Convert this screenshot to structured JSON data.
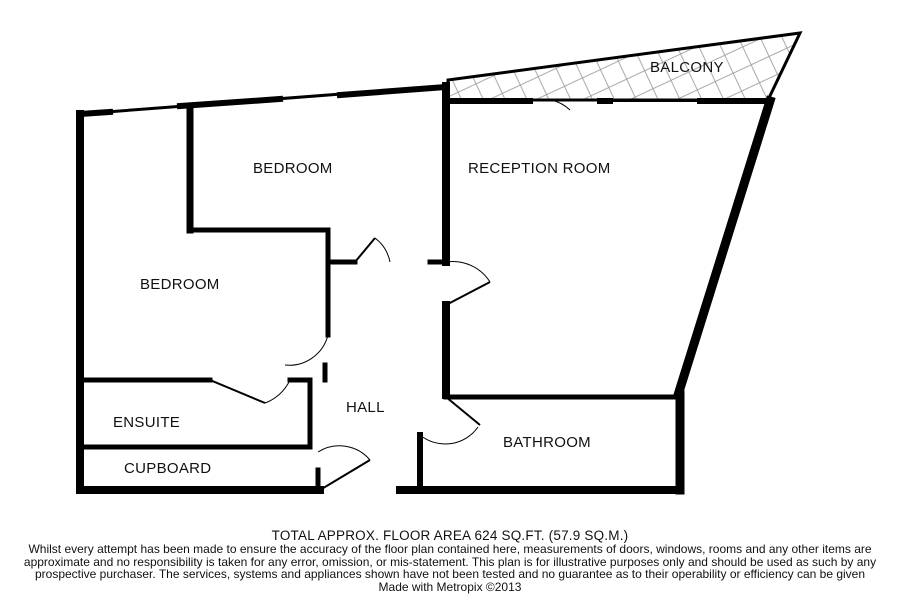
{
  "rooms": {
    "balcony": "BALCONY",
    "bedroom_upper": "BEDROOM",
    "reception": "RECEPTION ROOM",
    "bedroom_lower": "BEDROOM",
    "hall": "HALL",
    "ensuite": "ENSUITE",
    "bathroom": "BATHROOM",
    "cupboard": "CUPBOARD"
  },
  "footer": {
    "total_area": "TOTAL APPROX. FLOOR AREA 624 SQ.FT. (57.9 SQ.M.)",
    "disclaimer": "Whilst every attempt has been made to ensure the accuracy of the floor plan contained here, measurements of doors, windows, rooms and any other items are approximate and no responsibility is taken for any error, omission, or mis-statement. This plan is for illustrative purposes only and should be used as such by any prospective purchaser. The services, systems and appliances shown have not been tested and no guarantee as to their operability or efficiency can be given",
    "credit": "Made with Metropix ©2013"
  },
  "colors": {
    "wall": "#000000",
    "hatch": "#999999",
    "background": "#ffffff"
  }
}
